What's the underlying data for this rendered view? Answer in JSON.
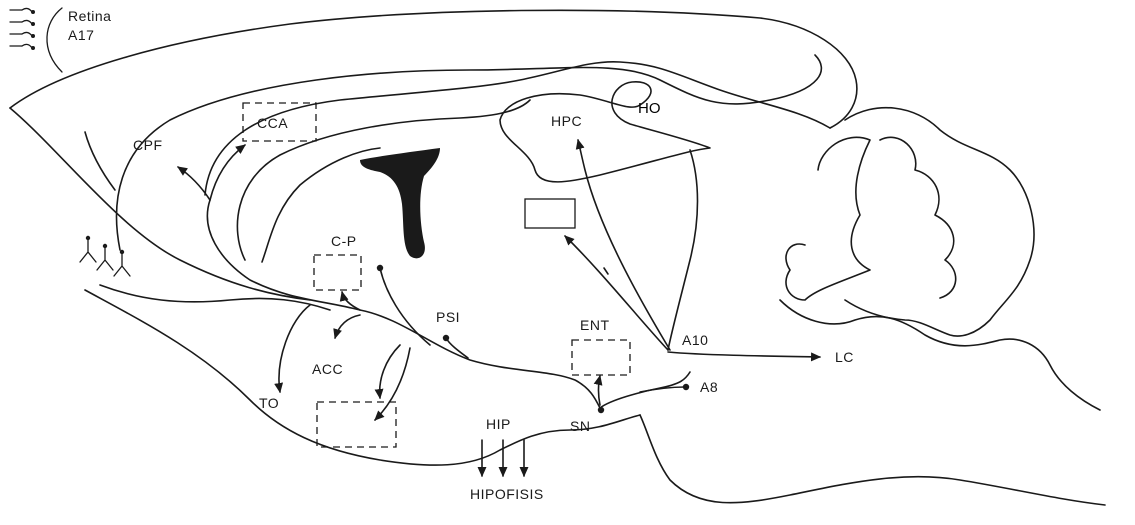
{
  "diagram": {
    "labels": {
      "retina": "Retina",
      "a17": "A17",
      "cca": "CCA",
      "cpf": "CPF",
      "hpc": "HPC",
      "ho": "HO",
      "cp": "C-P",
      "psi": "PSI",
      "ent": "ENT",
      "a10": "A10",
      "lc": "LC",
      "a8": "A8",
      "acc": "ACC",
      "to": "TO",
      "hip": "HIP",
      "sn": "SN",
      "hipofisis": "HIPOFISIS"
    },
    "colors": {
      "ink": "#1a1a1a",
      "ventricle": "#1a1a1a",
      "background": "#ffffff"
    }
  }
}
